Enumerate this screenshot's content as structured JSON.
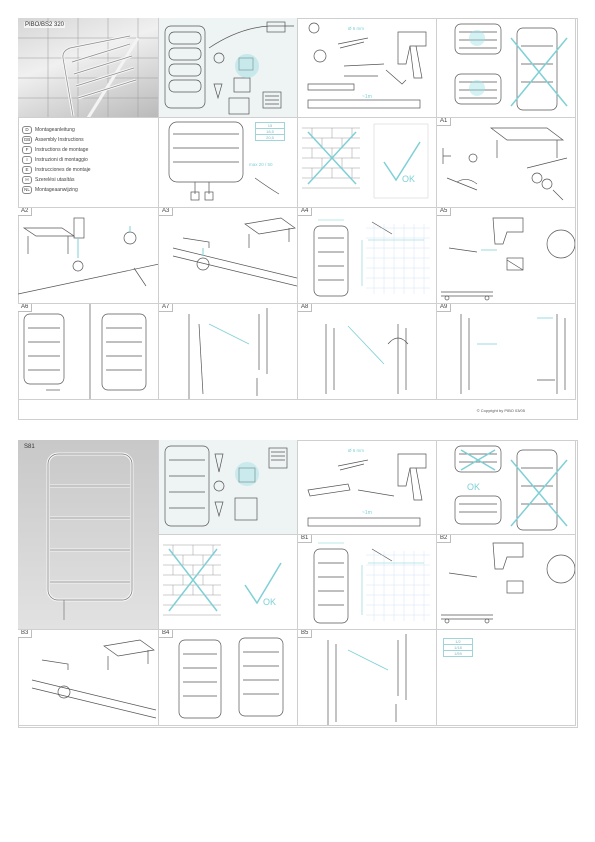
{
  "sheet1": {
    "model_code": "PIBO/BS2 320",
    "languages": [
      {
        "code": "D",
        "text": "Montageanleitung"
      },
      {
        "code": "GB",
        "text": "Assembly Instructions"
      },
      {
        "code": "F",
        "text": "Instructions de montage"
      },
      {
        "code": "I",
        "text": "Instruzioni di montaggio"
      },
      {
        "code": "E",
        "text": "Instrucciones de montaje"
      },
      {
        "code": "H",
        "text": "Szerelési utasítás"
      },
      {
        "code": "NL",
        "text": "Montageaanwijzing"
      }
    ],
    "steps": [
      "A1",
      "A2",
      "A3",
      "A4",
      "A5",
      "A6",
      "A7",
      "A8",
      "A9"
    ],
    "sizes": [
      "15",
      "18,5",
      "20,5"
    ],
    "copyright": "© Copyright by PIBO 03/05",
    "ok_label": "OK",
    "dim_1m": "~1m"
  },
  "sheet2": {
    "model_code": "S81",
    "steps": [
      "B1",
      "B2",
      "B3",
      "B4",
      "B5"
    ],
    "sizes": [
      "1/2",
      "1/18",
      "1/59"
    ],
    "ok_label": "OK",
    "dim_1m": "~1m"
  },
  "colors": {
    "accent": "#7fd0d6",
    "line": "#555555",
    "border": "#cfcfcf",
    "tint": "#eef3f3"
  }
}
